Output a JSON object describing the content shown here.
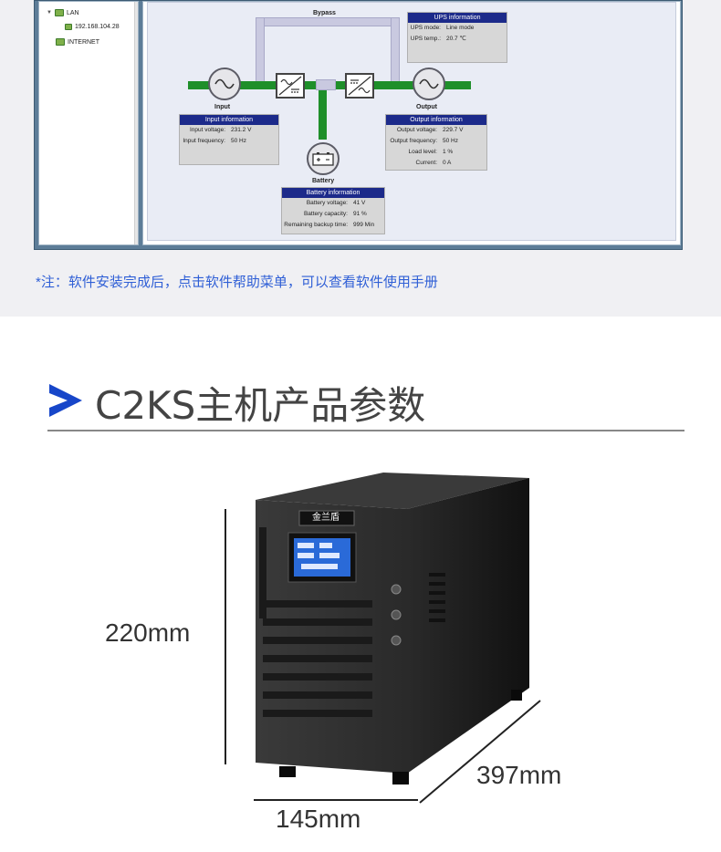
{
  "tree": {
    "lan_label": "LAN",
    "lan_ip": "192.168.104.28",
    "internet_label": "INTERNET"
  },
  "diagram": {
    "bypass_label": "Bypass",
    "input_label": "Input",
    "output_label": "Output",
    "battery_label": "Battery",
    "ups_info": {
      "title": "UPS information",
      "rows": [
        {
          "k": "UPS mode:",
          "v": "Line mode"
        },
        {
          "k": "UPS temp.:",
          "v": "20.7 ℃"
        }
      ]
    },
    "input_info": {
      "title": "Input information",
      "rows": [
        {
          "k": "Input voltage:",
          "v": "231.2 V"
        },
        {
          "k": "Input frequency:",
          "v": "50 Hz"
        }
      ]
    },
    "output_info": {
      "title": "Output information",
      "rows": [
        {
          "k": "Output voltage:",
          "v": "229.7 V"
        },
        {
          "k": "Output frequency:",
          "v": "50 Hz"
        },
        {
          "k": "Load level:",
          "v": "1 %"
        },
        {
          "k": "Current:",
          "v": "0 A"
        }
      ]
    },
    "battery_info": {
      "title": "Battery information",
      "rows": [
        {
          "k": "Battery voltage:",
          "v": "41 V"
        },
        {
          "k": "Battery capacity:",
          "v": "91 %"
        },
        {
          "k": "Remaining backup time:",
          "v": "999 Min"
        }
      ]
    }
  },
  "note": "*注：软件安装完成后，点击软件帮助菜单，可以查看软件使用手册",
  "section": {
    "title": "C2KS主机产品参数"
  },
  "product": {
    "brand": "金兰盾",
    "height_label": "220mm",
    "width_label": "145mm",
    "depth_label": "397mm"
  },
  "colors": {
    "accent_blue": "#2f5fd6",
    "heading_blue": "#1746c9",
    "pipe_green": "#1f8f2a",
    "info_header": "#1c2a8a"
  }
}
